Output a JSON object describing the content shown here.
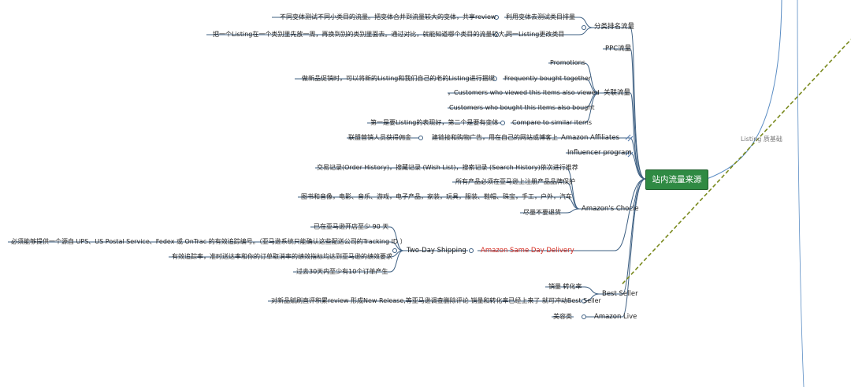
{
  "root": {
    "label": "站内流量来源"
  },
  "side_label": "Listing 质基础",
  "branches": {
    "category_rank": {
      "label": "分类排名流量",
      "items": [
        {
          "label": "利用变体去测试类目排量",
          "note": "不同变体测试不同小类目的流量。把变体合并到流量较大的变体，共享review"
        },
        {
          "label": "同一Listing更改类目",
          "note": "把一个Listing在一个类别里先放一周，再换到别的类别里面去。通过对比，就能知道哪个类目的流量较大。"
        }
      ]
    },
    "ppc": {
      "label": "PPC流量"
    },
    "related": {
      "label": "关联流量",
      "items": [
        {
          "label": "Promotions"
        },
        {
          "label": "Frequently bought together",
          "note": "做新品促销时，可以将新的Listing和我们自己的老的Listing进行捆绑"
        },
        {
          "label": "，Customers who viewed this items also viewed"
        },
        {
          "label": "Customers who bought this items also bought"
        },
        {
          "label": "Compare to similar items",
          "note": "第一是要Listing的表现好，第二个是要有变体"
        }
      ]
    },
    "affiliates": {
      "label": "Amazon Affiliates",
      "item": "建链接和购物广告，用在自己的网站或博客上",
      "note": "联盟营销人员获得佣金"
    },
    "influencer": {
      "label": "Influencer program"
    },
    "choice": {
      "label": "Amazon's Chocie",
      "items": [
        "交易记录(Order History)，搜藏记录 (Wish List)，搜索记录 (Search History)依次进行推荐",
        "所有产品必须在亚马逊上注册产品品牌保护",
        "图书和音像，电影、音乐、游戏，电子产品，家装，玩具，服装、鞋帽、珠宝，手工，户外，汽车",
        "尽量不要退货"
      ]
    },
    "same_day": {
      "label": "Amazon Same Day Delivery",
      "sub": "Two-Day Shipping",
      "items": [
        "已在亚马逊开店至少 90 天",
        "必须能够提供一个源自 UPS、US Postal Service、Fedex 或 OnTrac 的有效追踪编号。（亚马逊系统只能确认这些配送公司的Tracking ID ）",
        "有效追踪率，准时送达率和你的订单取消率的绩效指标均达到亚马逊的绩效要求",
        "过去30天内至少有10个订单产生"
      ]
    },
    "best_seller": {
      "label": "Best Seller",
      "items": [
        "销量 转化率",
        "对新品赋刷直评积累review 形成New Release,等亚马逊调查删除评论 销量和转化率已经上来了 就可冲动Best Seller"
      ]
    },
    "live": {
      "label": "Amazon Live",
      "item": "美容类"
    }
  },
  "colors": {
    "root_fill": "#2f8a43",
    "line": "#3d5f82",
    "highlight": "#d62a1f",
    "dashed": "#7a8a1e"
  }
}
